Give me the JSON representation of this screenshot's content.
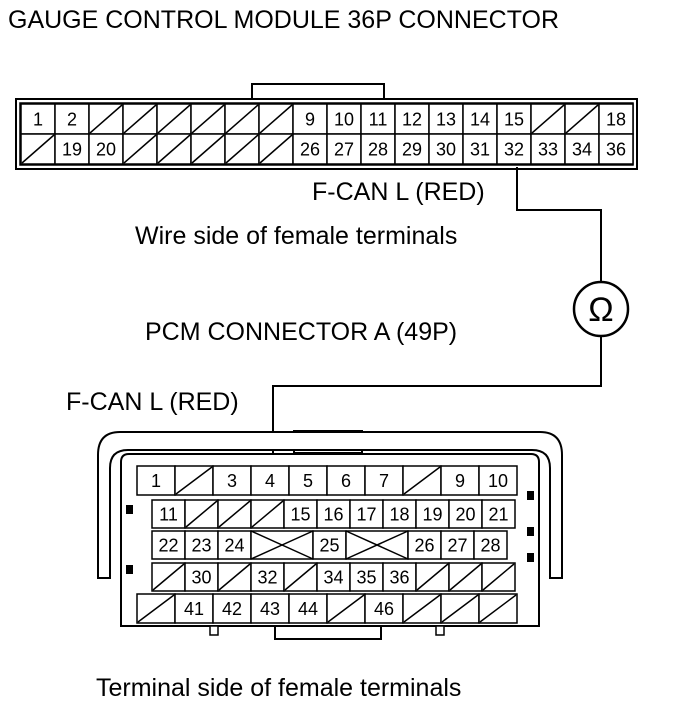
{
  "title": "GAUGE CONTROL MODULE 36P CONNECTOR",
  "gauge_connector": {
    "wire_label": "F-CAN L (RED)",
    "side_label": "Wire side of female terminals",
    "row1": [
      "1",
      "2",
      "",
      "",
      "",
      "",
      "",
      "",
      "9",
      "10",
      "11",
      "12",
      "13",
      "14",
      "15",
      "",
      "",
      "18"
    ],
    "row2": [
      "",
      "19",
      "20",
      "",
      "",
      "",
      "",
      "",
      "26",
      "27",
      "28",
      "29",
      "30",
      "31",
      "32",
      "33",
      "34",
      "36"
    ]
  },
  "meter_symbol": "Ω",
  "pcm_connector": {
    "title": "PCM CONNECTOR A (49P)",
    "wire_label": "F-CAN L (RED)",
    "side_label": "Terminal side of female terminals",
    "row1": [
      "1",
      "",
      "3",
      "4",
      "5",
      "6",
      "7",
      "",
      "9",
      "10"
    ],
    "row2": [
      "11",
      "",
      "",
      "",
      "15",
      "16",
      "17",
      "18",
      "19",
      "20",
      "21"
    ],
    "row3": [
      "22",
      "23",
      "24",
      "25",
      "26",
      "27",
      "28"
    ],
    "row4": [
      "",
      "30",
      "",
      "32",
      "",
      "34",
      "35",
      "36",
      "",
      "",
      ""
    ],
    "row5": [
      "",
      "41",
      "42",
      "43",
      "44",
      "",
      "46",
      "",
      "",
      ""
    ]
  }
}
